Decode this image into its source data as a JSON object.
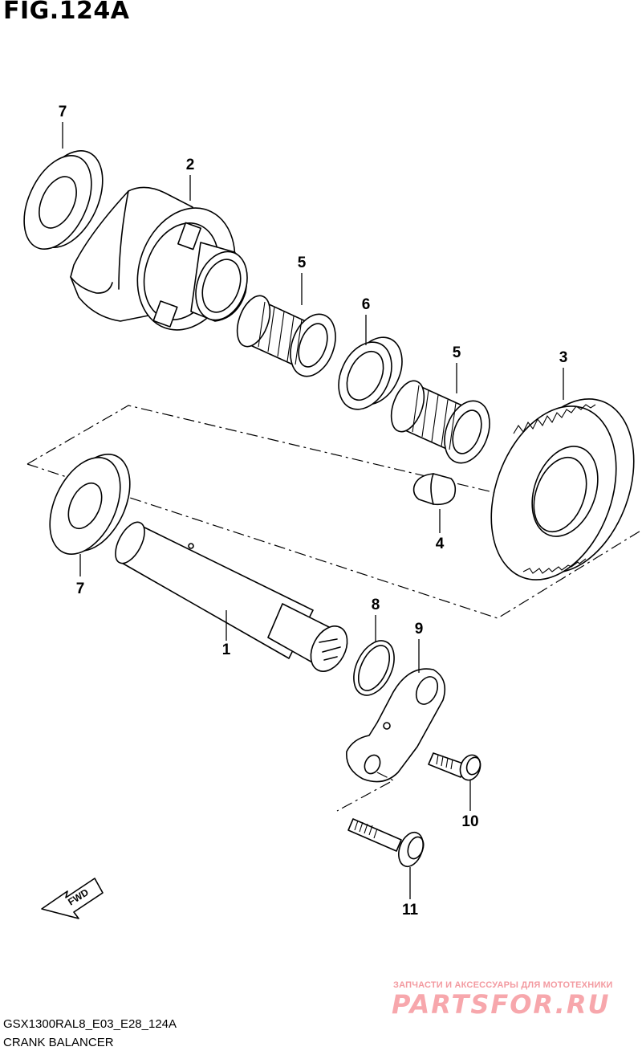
{
  "figure": {
    "title": "FIG.124A",
    "code": "GSX1300RAL8_E03_E28_124A",
    "caption": "CRANK BALANCER"
  },
  "callouts": [
    {
      "id": "7a",
      "label": "7"
    },
    {
      "id": "2",
      "label": "2"
    },
    {
      "id": "5a",
      "label": "5"
    },
    {
      "id": "6",
      "label": "6"
    },
    {
      "id": "5b",
      "label": "5"
    },
    {
      "id": "3",
      "label": "3"
    },
    {
      "id": "4",
      "label": "4"
    },
    {
      "id": "7b",
      "label": "7"
    },
    {
      "id": "1",
      "label": "1"
    },
    {
      "id": "8",
      "label": "8"
    },
    {
      "id": "9",
      "label": "9"
    },
    {
      "id": "10",
      "label": "10"
    },
    {
      "id": "11",
      "label": "11"
    }
  ],
  "fwd_arrow": {
    "label": "FWD",
    "icon": "forward-arrow-icon"
  },
  "watermark": {
    "tagline": "ЗАПЧАСТИ И АКСЕССУАРЫ ДЛЯ МОТОТЕХНИКИ",
    "logo_text": "PARTSFOR.RU",
    "color": "#f39aa0"
  }
}
